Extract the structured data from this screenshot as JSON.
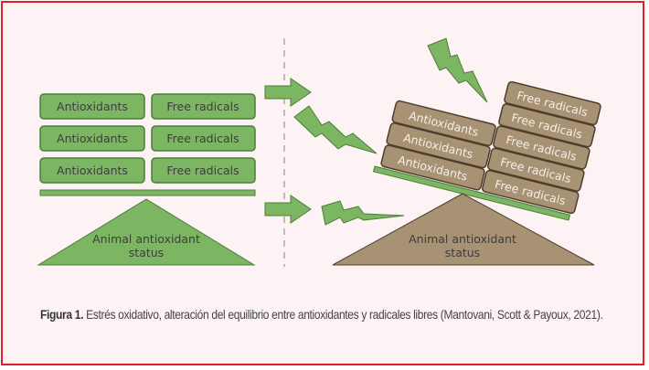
{
  "left": {
    "rows": [
      {
        "antioxidant": "Antioxidants",
        "radical": "Free radicals"
      },
      {
        "antioxidant": "Antioxidants",
        "radical": "Free radicals"
      },
      {
        "antioxidant": "Antioxidants",
        "radical": "Free radicals"
      }
    ],
    "base_label_line1": "Animal antioxidant",
    "base_label_line2": "status"
  },
  "right": {
    "antioxidants": [
      "Antioxidants",
      "Antioxidants",
      "Antioxidants"
    ],
    "radicals": [
      "Free radicals",
      "Free radicals",
      "Free radicals",
      "Free radicals",
      "Free radicals"
    ],
    "base_label_line1": "Animal antioxidant",
    "base_label_line2": "status"
  },
  "caption": {
    "label": "Figura 1.",
    "text": " Estrés oxidativo, alteración del equilibrio entre antioxidantes y radicales libres (Mantovani, Scott & Payoux, 2021)."
  },
  "colors": {
    "green": "#7cb662",
    "green_border": "#4d7d3b",
    "brown": "#a89274",
    "brown_border": "#4e3d2c",
    "frame": "#e0202a"
  }
}
